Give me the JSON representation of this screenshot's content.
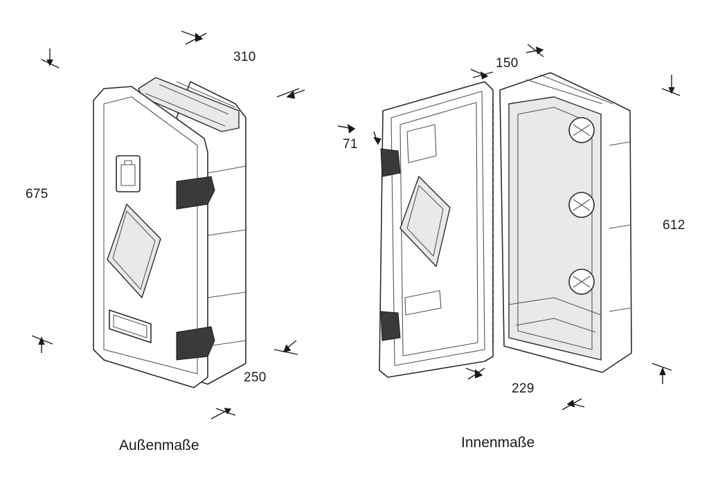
{
  "dimensions": {
    "outer_width": "310",
    "outer_height": "675",
    "outer_depth": "250",
    "inner_width": "150",
    "inner_lip": "71",
    "inner_height": "612",
    "inner_depth": "229"
  },
  "captions": {
    "outer": "Außenmaße",
    "inner": "Innenmaße"
  }
}
